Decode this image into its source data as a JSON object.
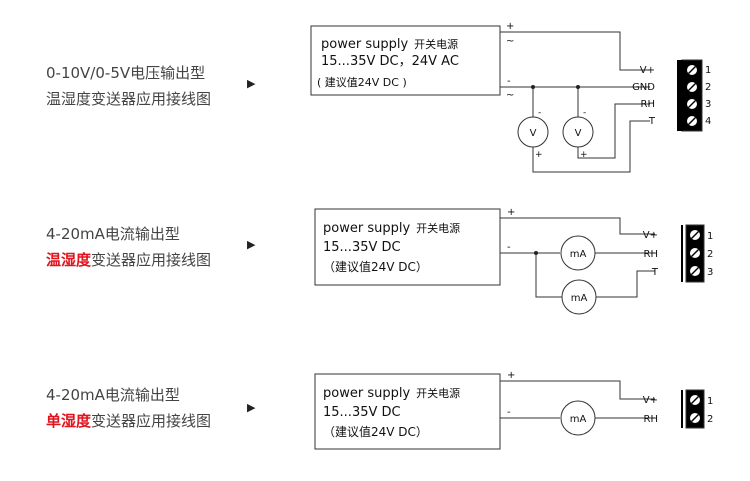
{
  "diagram1": {
    "caption_line1": "0-10V/0-5V电压输出型",
    "caption_line2": "温湿度变送器应用接线图",
    "arrow": "▶",
    "supply_title": "power supply",
    "supply_title_cn": "开关电源",
    "supply_range": "15...35V DC，24V AC",
    "supply_recommend": "( 建议值24V DC )",
    "plus": "+",
    "tilde": "~",
    "minus": "-",
    "meter_label": "V",
    "terminals": [
      {
        "label": "V+",
        "number": "1"
      },
      {
        "label": "GND",
        "number": "2"
      },
      {
        "label": "RH",
        "number": "3"
      },
      {
        "label": "T",
        "number": "4"
      }
    ]
  },
  "diagram2": {
    "caption_line1": "4-20mA电流输出型",
    "caption_line2_red": "温湿度",
    "caption_line2_rest": "变送器应用接线图",
    "arrow": "▶",
    "supply_title": "power supply",
    "supply_title_cn": "开关电源",
    "supply_range": "15...35V DC",
    "supply_recommend": "（建议值24V DC）",
    "plus": "+",
    "minus": "-",
    "meter_label": "mA",
    "terminals": [
      {
        "label": "V+",
        "number": "1"
      },
      {
        "label": "RH",
        "number": "2"
      },
      {
        "label": "T",
        "number": "3"
      }
    ]
  },
  "diagram3": {
    "caption_line1": "4-20mA电流输出型",
    "caption_line2_red": "单湿度",
    "caption_line2_rest": "变送器应用接线图",
    "arrow": "▶",
    "supply_title": "power supply",
    "supply_title_cn": "开关电源",
    "supply_range": "15...35V DC",
    "supply_recommend": "（建议值24V DC）",
    "plus": "+",
    "minus": "-",
    "meter_label": "mA",
    "terminals": [
      {
        "label": "V+",
        "number": "1"
      },
      {
        "label": "RH",
        "number": "2"
      }
    ]
  }
}
